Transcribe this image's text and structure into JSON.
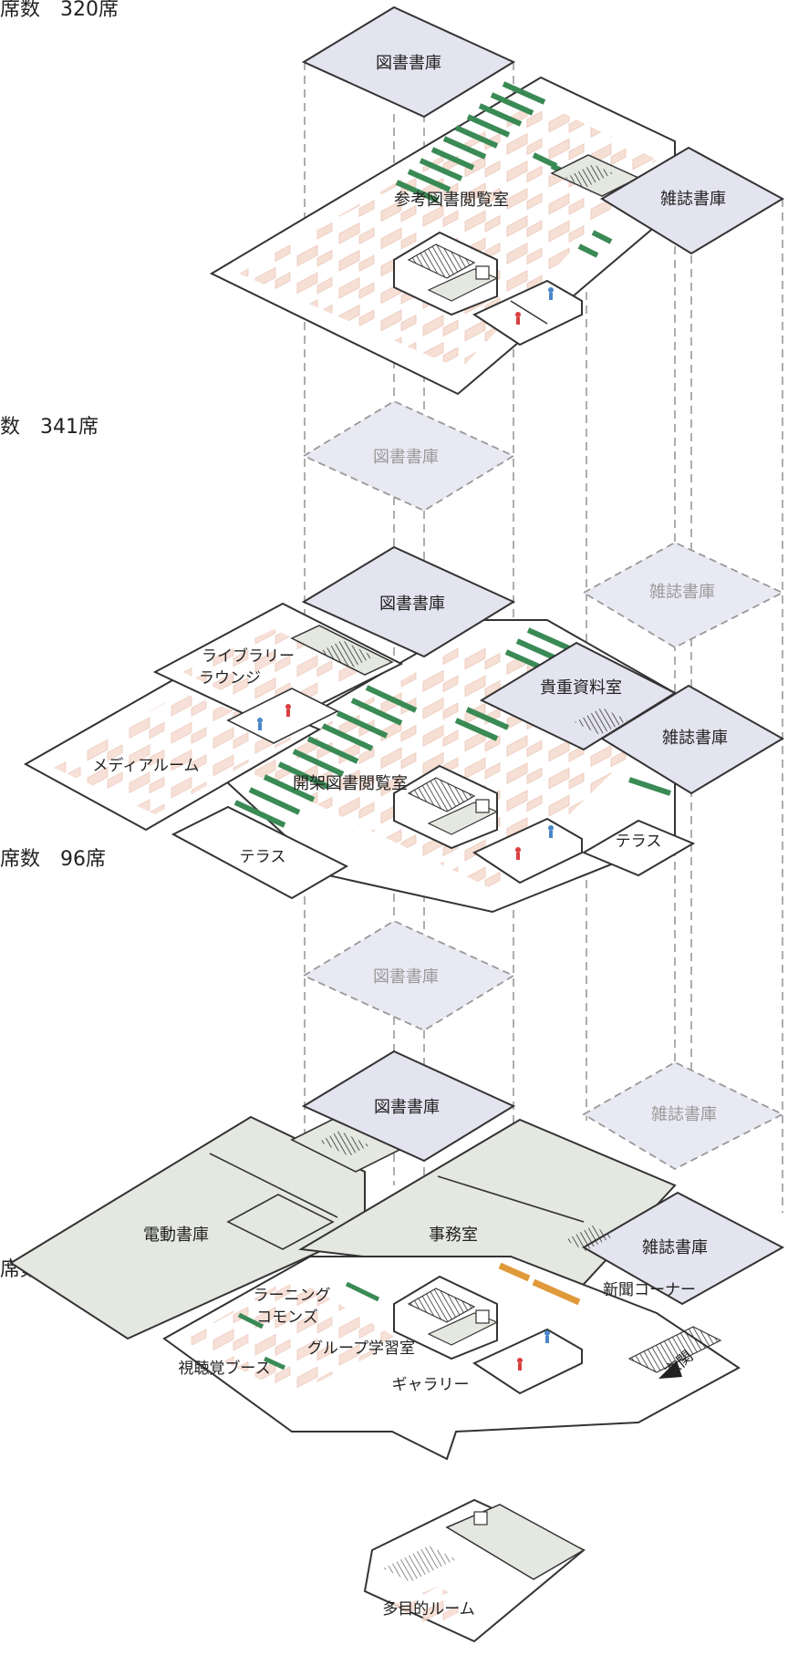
{
  "seat_counts": {
    "floor4": "席数　320席",
    "floor3": "数　341席",
    "floor2": "席数　96席",
    "floor1": "席数 28席"
  },
  "floor4": {
    "stack": "図書書庫",
    "reference_room": "参考図書閲覧室",
    "magazine": "雑誌書庫",
    "stack_ghost": "図書書庫"
  },
  "floor3": {
    "stack": "図書書庫",
    "magazine_ghost": "雑誌書庫",
    "lounge_line1": "ライブラリー",
    "lounge_line2": "ラウンジ",
    "media_room": "メディアルーム",
    "rare_room": "貴重資料室",
    "magazine": "雑誌書庫",
    "open_stacks": "開架図書閲覧室",
    "terrace_left": "テラス",
    "terrace_right": "テラス",
    "stack_ghost": "図書書庫"
  },
  "floor2": {
    "stack": "図書書庫",
    "magazine_ghost": "雑誌書庫",
    "powered_stacks": "電動書庫",
    "office": "事務室",
    "magazine": "雑誌書庫",
    "newspaper_corner": "新聞コーナー",
    "learning_line1": "ラーニング",
    "learning_line2": "コモンズ",
    "group_study": "グループ学習室",
    "av_booth": "視聴覚ブース",
    "gallery": "ギャラリー",
    "entrance": "玄関"
  },
  "floor1": {
    "multipurpose": "多目的ルーム"
  },
  "colors": {
    "floor_outline": "#333333",
    "stack_fill": "#e4e4f0",
    "utility_fill": "#e4e8e0",
    "shelf_green": "#3a8a55",
    "desk_pink": "#f6ddd2",
    "female_icon": "#d94040",
    "male_icon": "#4a86c8",
    "newspaper_shelf": "#e09a3a",
    "ghost_dash": "#999999"
  }
}
